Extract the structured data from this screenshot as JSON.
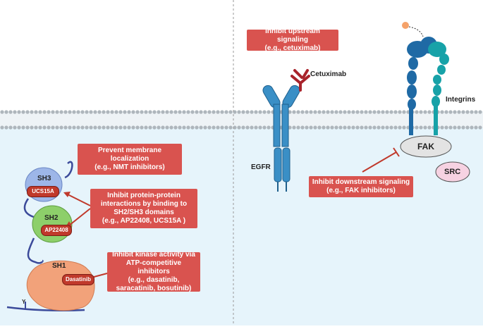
{
  "boxes": {
    "membrane": [
      "Prevent membrane",
      "localization",
      "(e.g., NMT inhibitors)"
    ],
    "ppi": [
      "Inhibit protein-protein",
      "interactions by binding to",
      "SH2/SH3 domains",
      "(e.g., AP22408, UCS15A )"
    ],
    "kinase": [
      "Inhibit kinase activity via",
      "ATP-competitive inhibitors",
      "(e.g., dasatinib,",
      "saracatinib, bosutinib)"
    ],
    "upstream": [
      "Inhibit upstream signaling",
      "(e.g., cetuximab)"
    ],
    "downstream": [
      "Inhibit downstream signaling",
      "(e.g., FAK inhibitors)"
    ]
  },
  "domains": {
    "sh3": "SH3",
    "sh2": "SH2",
    "sh1": "SH1"
  },
  "inhibitors": {
    "ucs15a": "UCS15A",
    "ap22408": "AP22408",
    "dasatinib": "Dasatinib"
  },
  "labels": {
    "tyr": "Y",
    "cetuximab": "Cetuximab",
    "egfr": "EGFR",
    "integrins": "Integrins",
    "fak": "FAK",
    "src": "SRC"
  },
  "colors": {
    "cytoplasm": "#e6f4fb",
    "inhibitor_box": "#d9534f",
    "egfr": "#3a8fc6",
    "integrin_a": "#1f6aa5",
    "integrin_b": "#17a2a8",
    "sh3": "#9db6e8",
    "sh2": "#8dcf6a",
    "sh1": "#f2a27a"
  }
}
